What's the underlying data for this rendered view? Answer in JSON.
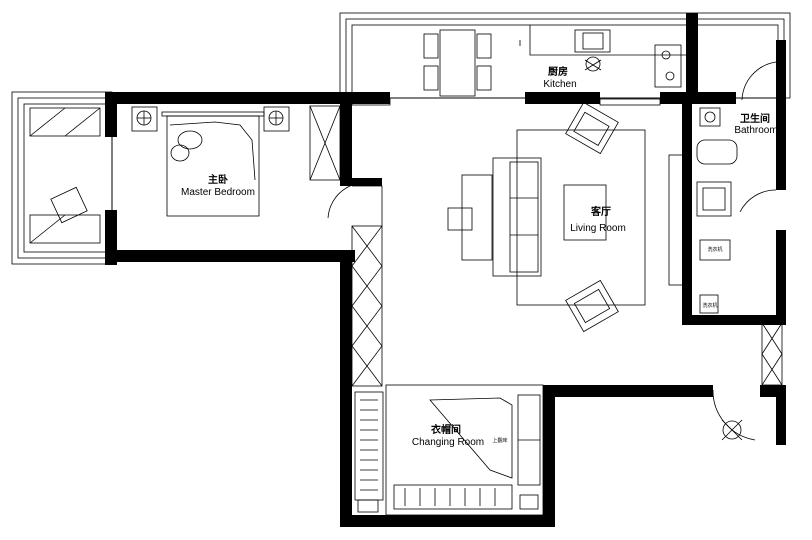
{
  "rooms": {
    "master_bedroom": {
      "cn": "主卧",
      "en": "Master Bedroom"
    },
    "kitchen": {
      "cn": "厨房",
      "en": "Kitchen"
    },
    "bathroom": {
      "cn": "卫生间",
      "en": "Bathroom"
    },
    "living_room": {
      "cn": "客厅",
      "en": "Living Room"
    },
    "changing_room": {
      "cn": "衣帽间",
      "en": "Changing Room"
    }
  },
  "small_labels": {
    "changing_room_mark": "上翻床",
    "bathroom_mark_1": "洗衣机",
    "bathroom_mark_2": "洗衣机"
  },
  "colors": {
    "wall": "#000000",
    "line": "#000000",
    "background": "#ffffff"
  }
}
